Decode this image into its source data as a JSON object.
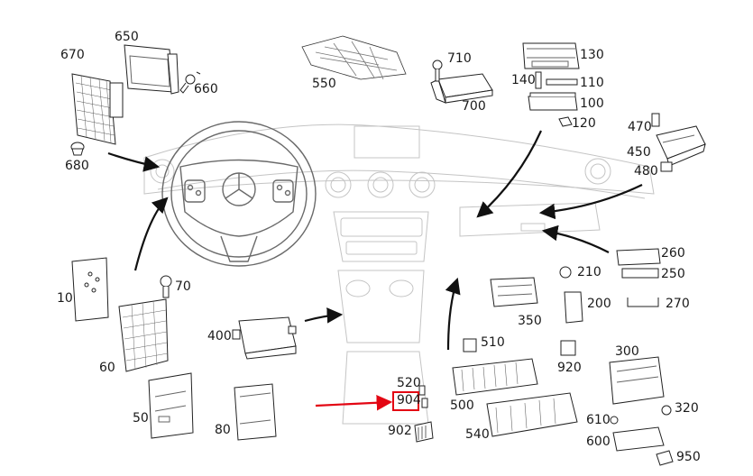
{
  "labels": {
    "l650": "650",
    "l670": "670",
    "l660": "660",
    "l680": "680",
    "l550": "550",
    "l710": "710",
    "l700": "700",
    "l130": "130",
    "l140": "140",
    "l110": "110",
    "l100": "100",
    "l120": "120",
    "l470": "470",
    "l450": "450",
    "l480": "480",
    "l10": "10",
    "l70": "70",
    "l60": "60",
    "l50": "50",
    "l400": "400",
    "l80": "80",
    "l520": "520",
    "l904": "904",
    "l902": "902",
    "l510": "510",
    "l500": "500",
    "l540": "540",
    "l350": "350",
    "l210": "210",
    "l200": "200",
    "l920": "920",
    "l260": "260",
    "l250": "250",
    "l270": "270",
    "l300": "300",
    "l320": "320",
    "l610": "610",
    "l600": "600",
    "l950": "950"
  },
  "highlight": {
    "part": "904",
    "color": "#e30613"
  },
  "colors": {
    "line": "#1a1a1a",
    "faint": "#b5b5b5",
    "arrow": "#111111",
    "highlight_arrow": "#e30613"
  }
}
